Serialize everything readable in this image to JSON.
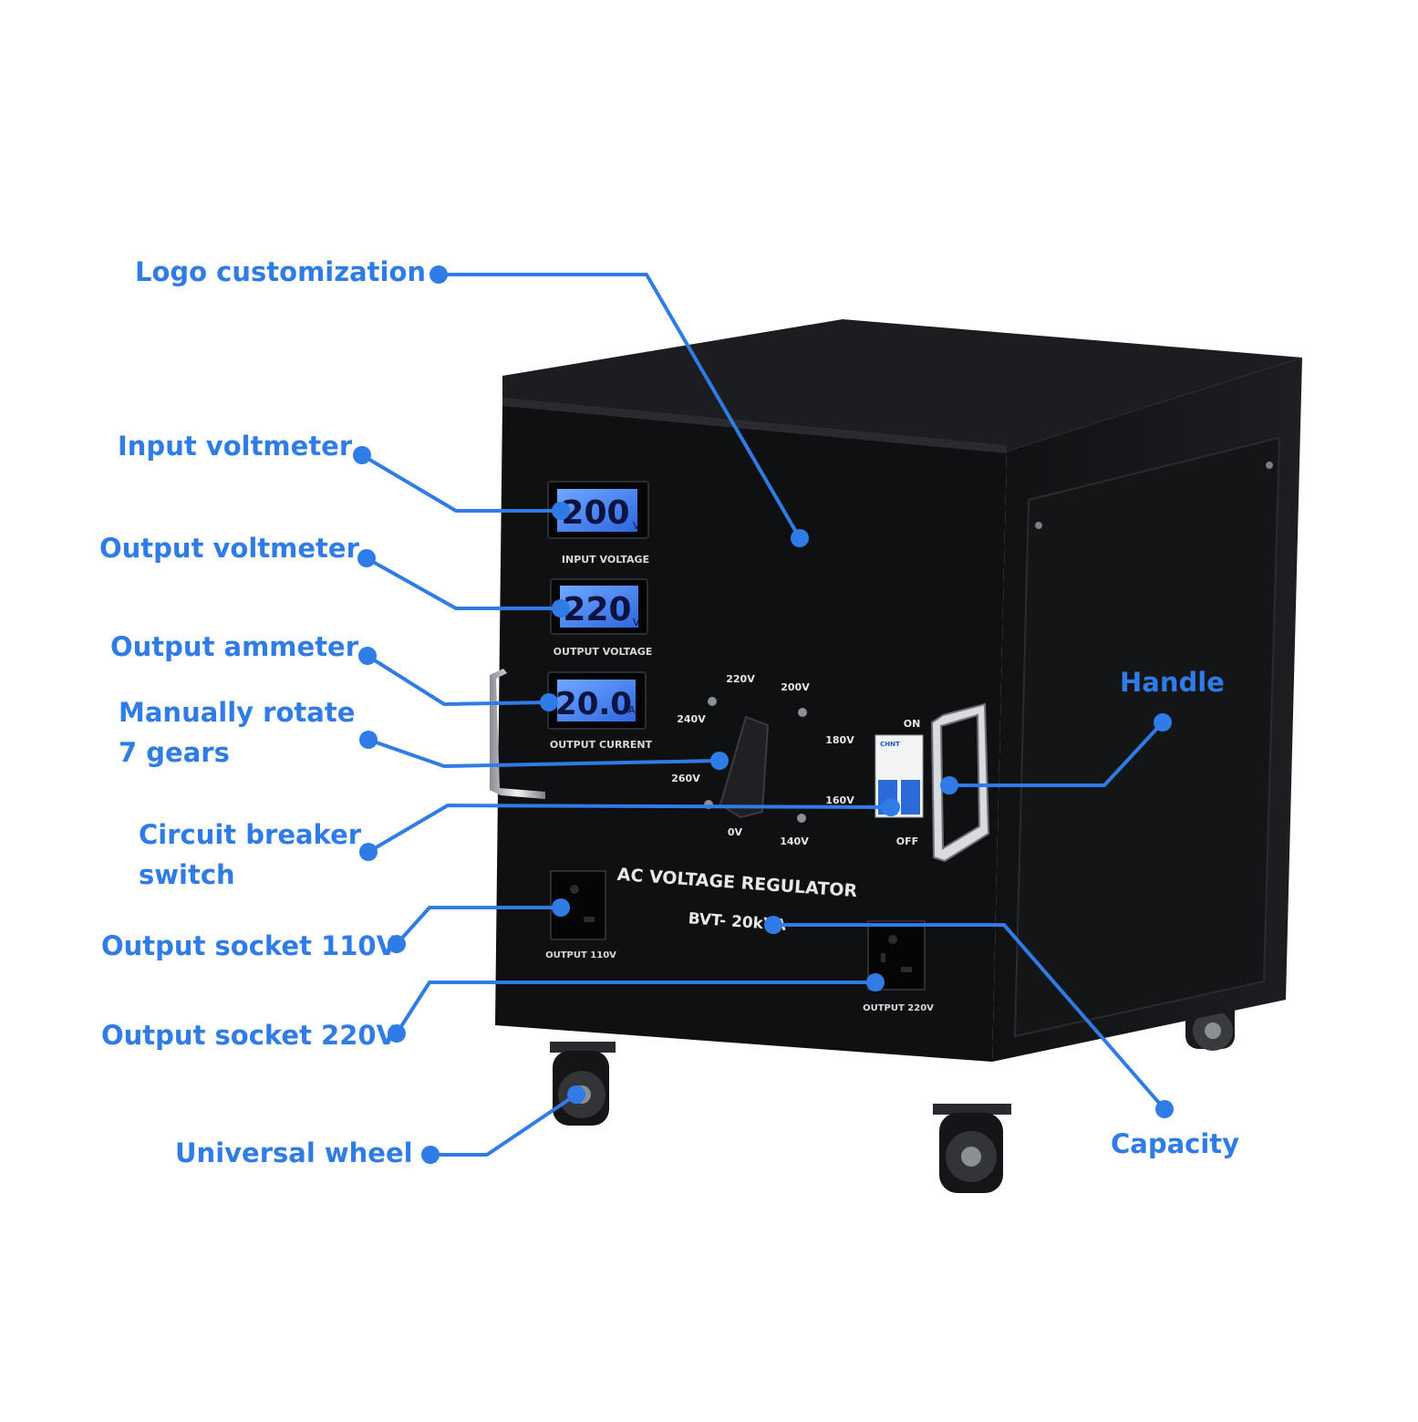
{
  "accent_color": "#2f7ce6",
  "callouts": [
    {
      "id": "logo",
      "label": "Logo customization"
    },
    {
      "id": "input-voltmeter",
      "label": "Input voltmeter"
    },
    {
      "id": "output-voltmeter",
      "label": "Output voltmeter"
    },
    {
      "id": "output-ammeter",
      "label": "Output ammeter"
    },
    {
      "id": "rotate",
      "label_lines": [
        "Manually rotate",
        "7 gears"
      ]
    },
    {
      "id": "breaker",
      "label_lines": [
        "Circuit breaker",
        "switch"
      ]
    },
    {
      "id": "socket-110",
      "label": "Output socket 110V"
    },
    {
      "id": "socket-220",
      "label": "Output socket 220V"
    },
    {
      "id": "wheel",
      "label": "Universal wheel"
    },
    {
      "id": "handle",
      "label": "Handle"
    },
    {
      "id": "capacity",
      "label": "Capacity"
    }
  ],
  "device": {
    "input_display": {
      "value": "200",
      "unit": "V",
      "caption": "INPUT VOLTAGE"
    },
    "output_display": {
      "value": "220",
      "unit": "V",
      "caption": "OUTPUT VOLTAGE"
    },
    "current_display": {
      "value": "20.0",
      "unit": "A",
      "caption": "OUTPUT CURRENT"
    },
    "gear_labels": [
      "220V",
      "200V",
      "240V",
      "180V",
      "260V",
      "160V",
      "0V",
      "140V"
    ],
    "breaker": {
      "on_label": "ON",
      "off_label": "OFF",
      "brand": "CHNT"
    },
    "title": "AC VOLTAGE REGULATOR",
    "model": "BVT- 20kVA",
    "socket_110_label": "OUTPUT 110V",
    "socket_220_label": "OUTPUT 220V"
  }
}
